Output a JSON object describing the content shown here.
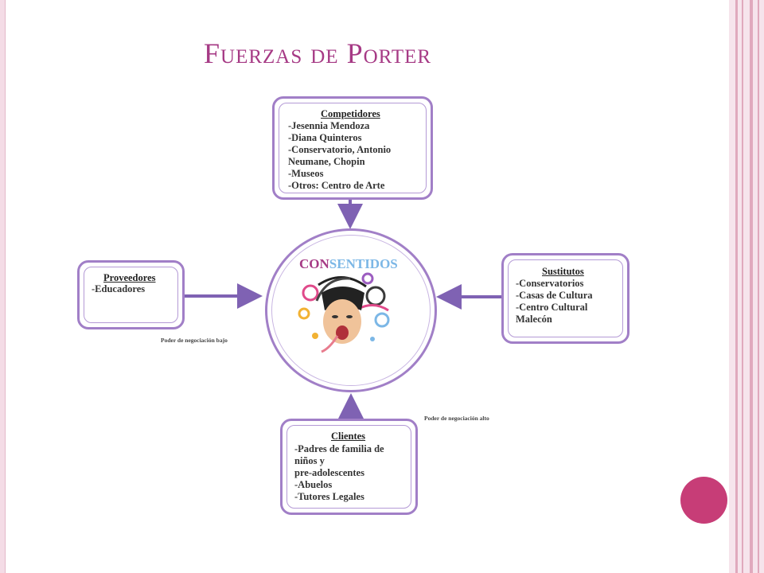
{
  "slide": {
    "title": "Fuerzas de Porter"
  },
  "center": {
    "brand_part1": "CON",
    "brand_part2": "SENTIDOS"
  },
  "competidores": {
    "heading": "Competidores",
    "items": [
      "-Jesennia Mendoza",
      "-Diana Quinteros",
      "-Conservatorio, Antonio",
      "Neumane, Chopin",
      "-Museos",
      "-Otros: Centro de Arte"
    ]
  },
  "proveedores": {
    "heading": "Proveedores",
    "items": [
      "-Educadores"
    ]
  },
  "sustitutos": {
    "heading": "Sustitutos",
    "items": [
      "-Conservatorios",
      "-Casas de Cultura",
      "-Centro Cultural",
      "Malecón"
    ]
  },
  "clientes": {
    "heading": "Clientes",
    "items": [
      "-Padres de familia de",
      "niños y",
      "pre-adolescentes",
      "-Abuelos",
      "-Tutores Legales"
    ]
  },
  "notes": {
    "proveedores_power": "Poder de negociación bajo",
    "clientes_power": "Poder de negociación alto"
  },
  "colors": {
    "title": "#a63a85",
    "box_border": "#a17fc7",
    "arrow": "#7f62b3",
    "accent_circle": "#c73d77",
    "frame": "#e0a9bd"
  }
}
